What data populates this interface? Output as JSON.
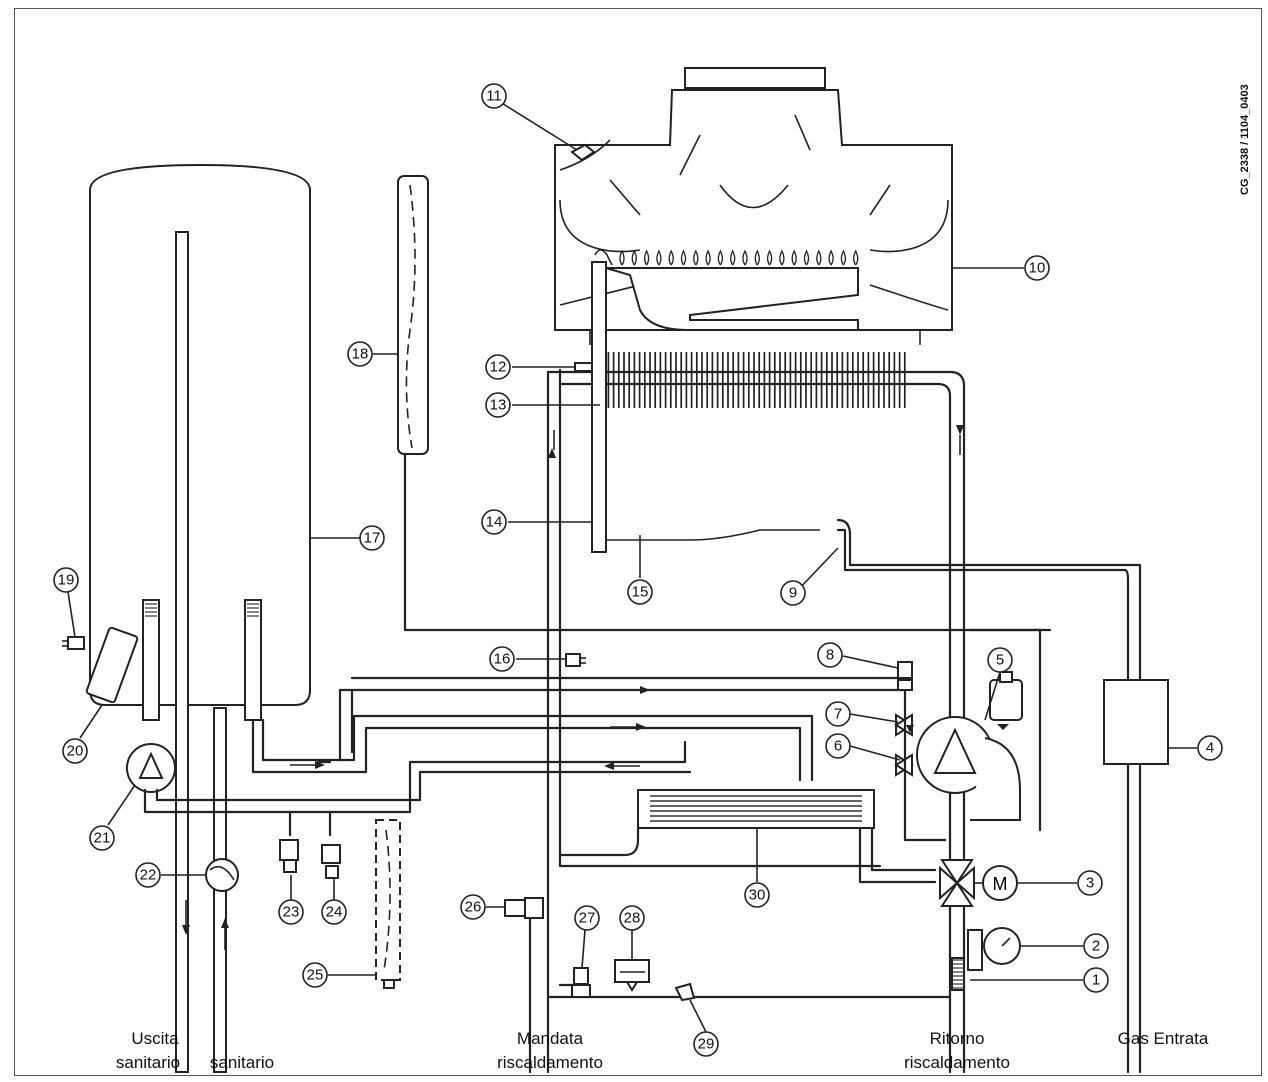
{
  "document_code": "CG_2338 / 1104_0403",
  "callouts": [
    "1",
    "2",
    "3",
    "4",
    "5",
    "6",
    "7",
    "8",
    "9",
    "10",
    "11",
    "12",
    "13",
    "14",
    "15",
    "16",
    "17",
    "18",
    "19",
    "20",
    "21",
    "22",
    "23",
    "24",
    "25",
    "26",
    "27",
    "28",
    "29",
    "30"
  ],
  "labels": {
    "uscita_line1": "Uscita",
    "uscita_line2": "sanitario",
    "entrata_line2": "sanitario",
    "mandata_line1": "Mandata",
    "mandata_line2": "riscaldamento",
    "ritorno_line1": "Ritorno",
    "ritorno_line2": "riscaldamento",
    "gas": "Gas Entrata",
    "motor": "M"
  }
}
